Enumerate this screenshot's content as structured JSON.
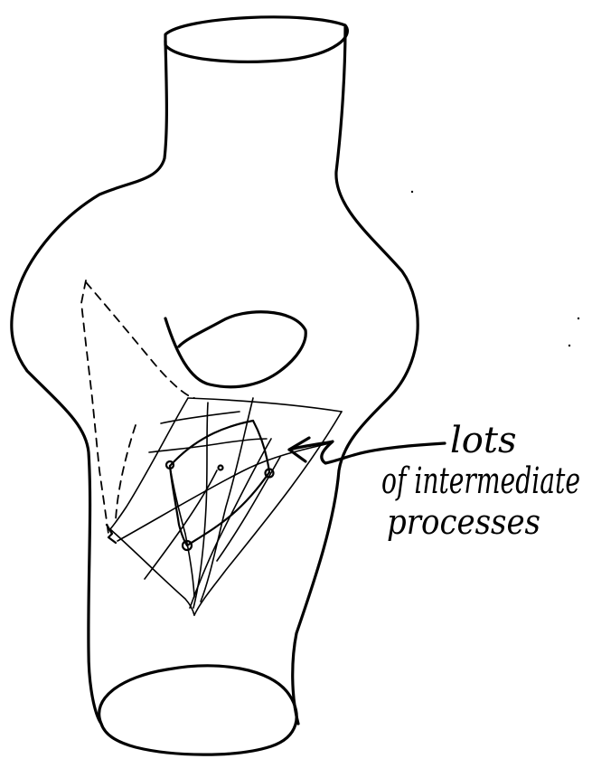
{
  "annotation": {
    "lines": [
      "lots",
      "of intermediate",
      "processes"
    ]
  }
}
